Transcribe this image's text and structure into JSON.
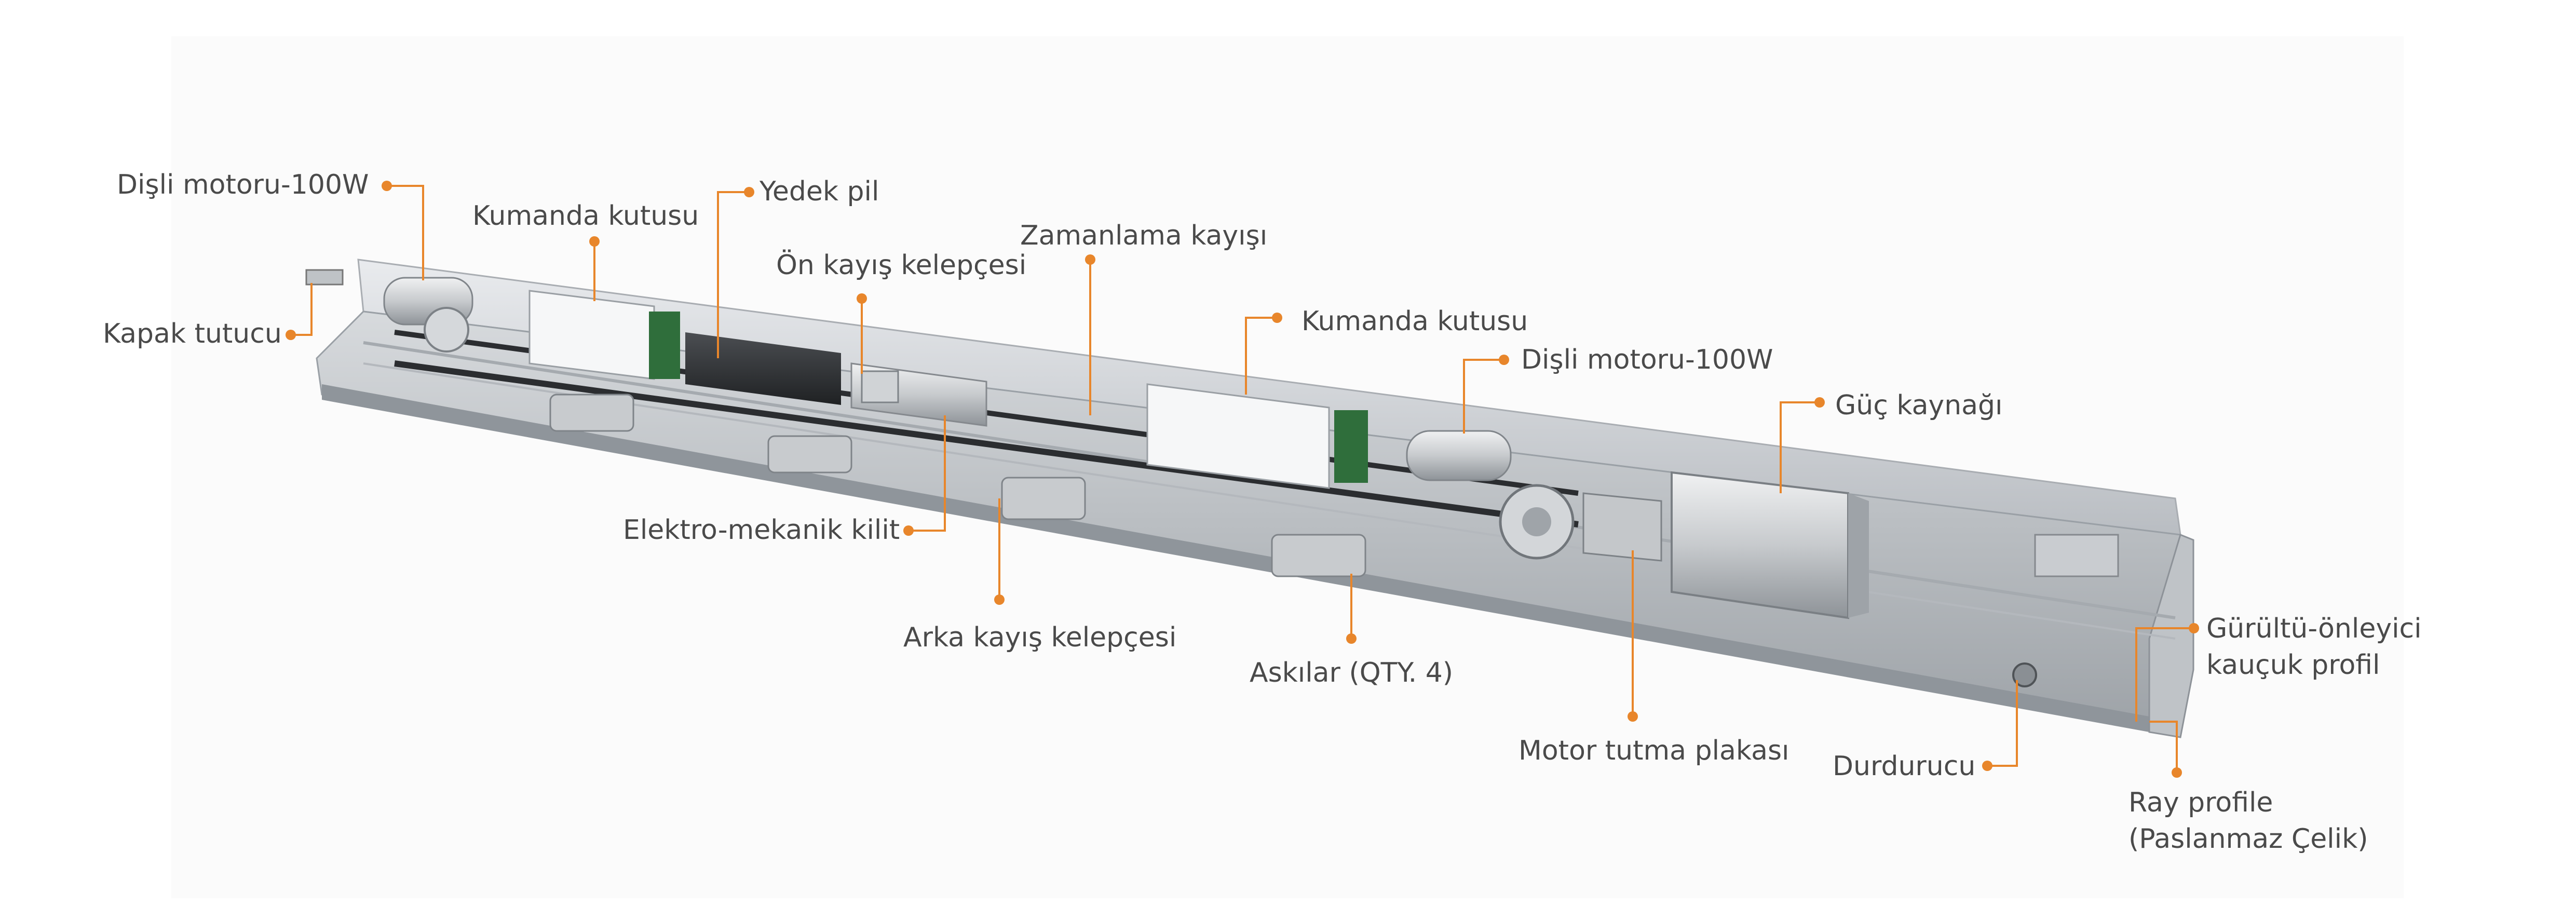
{
  "diagram": {
    "accent_color": "#e8862b",
    "rail_color": "#c9ccd0",
    "labels": {
      "disli_motoru_left": "Dişli motoru-100W",
      "kumanda_kutusu_left": "Kumanda kutusu",
      "yedek_pil": "Yedek pil",
      "on_kayis_kelepcesi": "Ön kayış kelepçesi",
      "zamanlama_kayisi": "Zamanlama kayışı",
      "kapak_tutucu": "Kapak tutucu",
      "kumanda_kutusu_right": "Kumanda kutusu",
      "disli_motoru_right": "Dişli motoru-100W",
      "guc_kaynagi": "Güç kaynağı",
      "elektro_mekanik_kilit": "Elektro-mekanik kilit",
      "arka_kayis_kelepcesi": "Arka kayış kelepçesi",
      "askilar": "Askılar (QTY. 4)",
      "motor_tutma_plakasi": "Motor tutma plakası",
      "durdurucu": "Durdurucu",
      "gurultu_line1": "Gürültü-önleyici",
      "gurultu_line2": "kauçuk profil",
      "ray_line1": "Ray profile",
      "ray_line2": "(Paslanmaz Çelik)"
    }
  }
}
